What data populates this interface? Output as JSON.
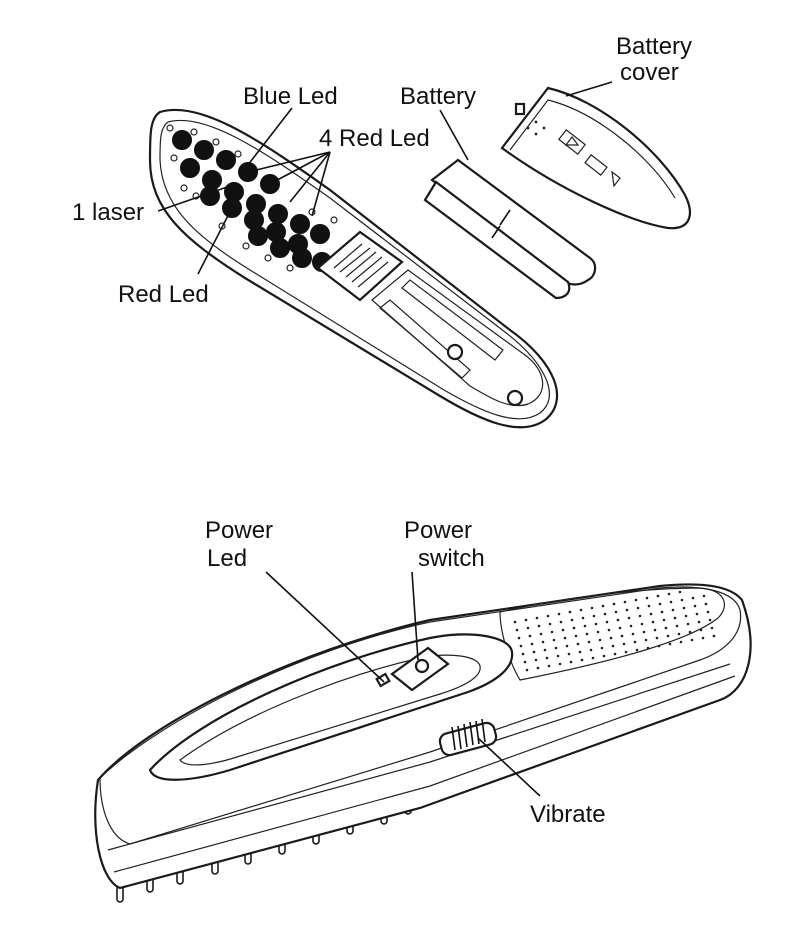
{
  "upper_view": {
    "labels": {
      "blue_led": "Blue Led",
      "four_red_led": "4 Red Led",
      "one_laser": "1 laser",
      "red_led": "Red Led",
      "battery": "Battery",
      "battery_cover_line1": "Battery",
      "battery_cover_line2": "cover"
    }
  },
  "lower_view": {
    "labels": {
      "power_led_line1": "Power",
      "power_led_line2": "Led",
      "power_switch_line1": "Power",
      "power_switch_line2": "switch",
      "vibrate": "Vibrate"
    }
  },
  "colors": {
    "ink": "#1a1a1a",
    "paper": "#ffffff"
  }
}
